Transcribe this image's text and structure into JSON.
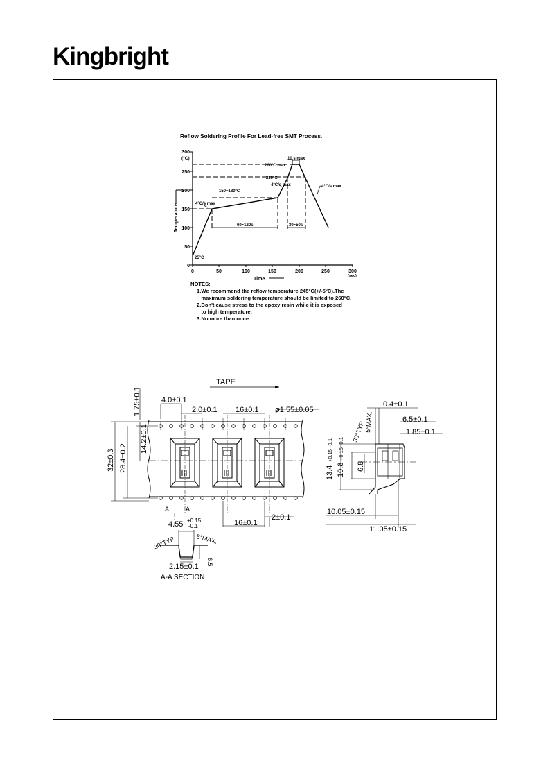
{
  "brand": {
    "logo_text": "Kingbright"
  },
  "reflow": {
    "title": "Reflow Soldering Profile For Lead-free SMT Process.",
    "y_unit": "(°C)",
    "x_unit": "(sec)",
    "y_label": "Temperature",
    "x_label": "Time",
    "y_ticks": [
      "0",
      "50",
      "100",
      "150",
      "200",
      "250",
      "300"
    ],
    "x_ticks": [
      "0",
      "50",
      "100",
      "150",
      "200",
      "250",
      "300"
    ],
    "annotations": {
      "peak_time": "10 s max",
      "peak_temp": "260°C max",
      "t230": "230°C",
      "ramp_up_1": "4°C/s max",
      "ramp_up_2": "4°C/s max",
      "ramp_down": "-4°C/s max",
      "soak_range": "150~180°C",
      "soak_time": "60~120s",
      "above_230": "30~50s",
      "start_temp": "25°C"
    }
  },
  "notes": {
    "heading": "NOTES:",
    "lines": [
      "1.We recommend the reflow temperature 245°C(+/-5°C).The",
      "   maximum soldering temperature should be limited to 260°C.",
      "2.Don't cause stress to the epoxy resin while it is exposed",
      "   to high temperature.",
      "3.No more than once."
    ]
  },
  "tape": {
    "title": "TAPE",
    "dims": {
      "pitch4": "4.0±0.1",
      "d2": "2.0±0.1",
      "p16": "16±0.1",
      "hole": "ø1.55±0.05",
      "d175": "1.75±0.1",
      "d142": "14.2±0.1",
      "d284": "28.4±0.2",
      "d32": "32±0.3",
      "p16b": "16±0.1",
      "d2b": "2±0.1",
      "d455": "4.55",
      "d455_tol_plus": "+0.15",
      "d455_tol_minus": "-0.1",
      "a30": "30°TYP.",
      "a5": "5°MAX.",
      "d65": "6.5",
      "d215": "2.15±0.1",
      "section_a1": "A",
      "section_a2": "A",
      "section_label": "A-A SECTION"
    },
    "side": {
      "d04": "0.4±0.1",
      "d65": "6.5±0.1",
      "d185": "1.85±0.1",
      "a30": "30°TYP.",
      "a5": "5°MAX.",
      "d134": "13.4",
      "d134_tol": "+0.15 -0.1",
      "d108": "10.8",
      "d108_tol": "+0.15 -0.1",
      "d68": "6.8",
      "d1005": "10.05±0.15",
      "d1105": "11.05±0.15"
    }
  }
}
